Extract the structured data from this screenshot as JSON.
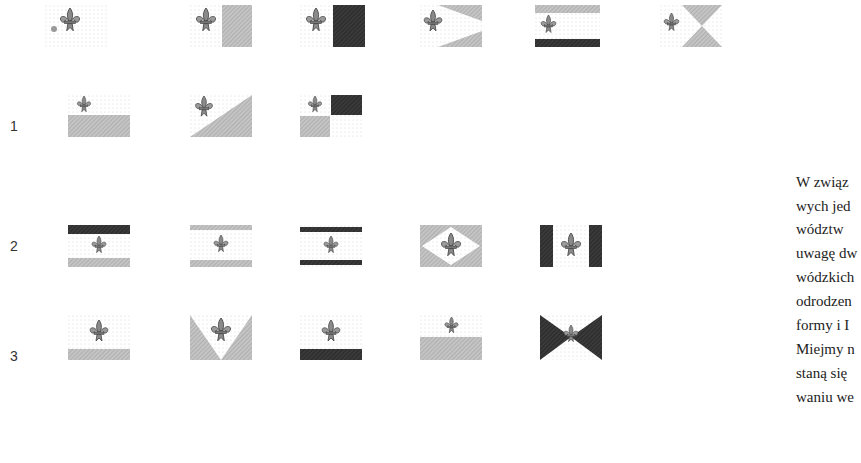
{
  "diagram": {
    "labels": [
      "1",
      "2",
      "3",
      "W związ",
      "wych jed",
      "wództw",
      "uwagę dw",
      "wódzkich",
      "odrodzen",
      "formy i I",
      "Miejmy n",
      "staną się",
      "waniu we"
    ]
  }
}
